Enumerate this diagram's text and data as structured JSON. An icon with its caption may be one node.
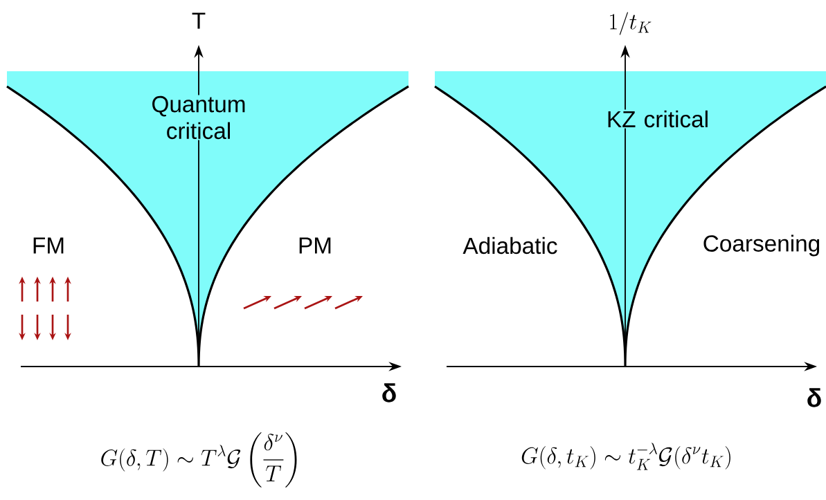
{
  "diagram": {
    "nodes": [
      {
        "text": [
          "Quantum critical"
        ]
      },
      {
        "text": [
          "KZ critical"
        ]
      }
    ],
    "labels": [
      "T",
      "FM",
      "PM",
      "δ",
      "G(\\delta,T) \\sim T^{\\lambda}\\mathcal{G}\\left(\\frac{\\delta^{\\nu}}{T}\\right)",
      "1/t_K",
      "Adiabatic",
      "Coarsening",
      "δ",
      "G(\\delta,t_K) \\sim t_K^{-\\lambda}\\mathcal{G}(\\delta^{\\nu}t_K)"
    ]
  }
}
